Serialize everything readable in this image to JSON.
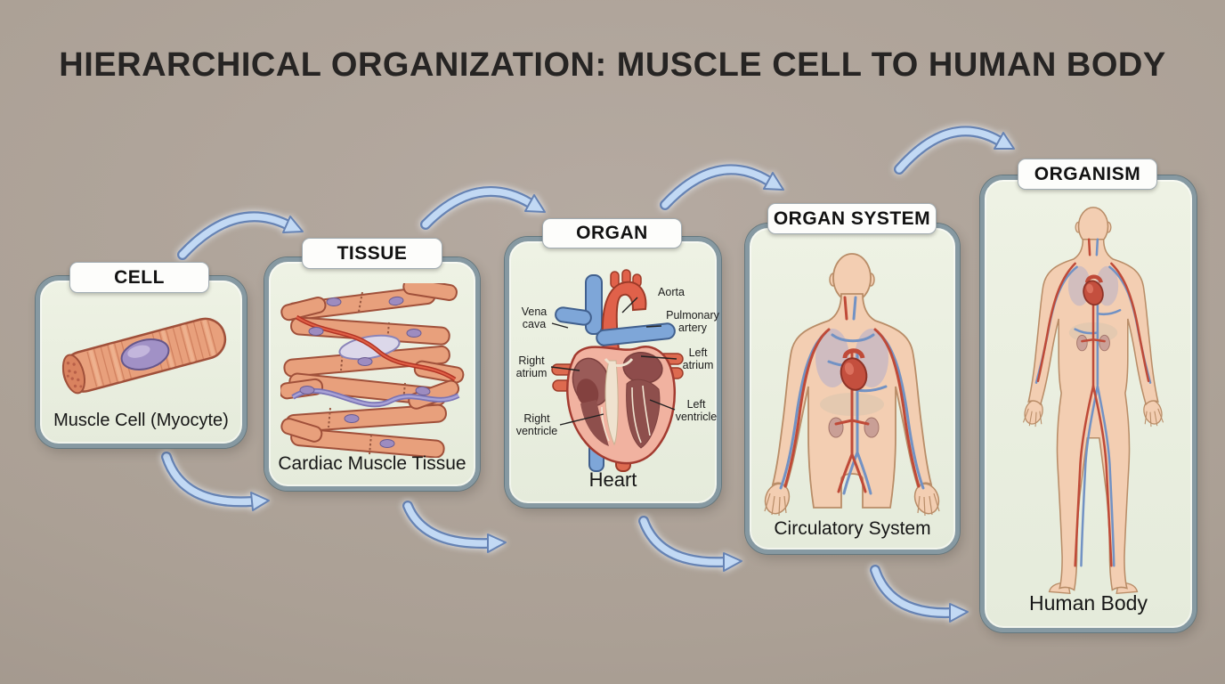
{
  "title": "HIERARCHICAL ORGANIZATION: MUSCLE CELL TO HUMAN BODY",
  "panels": [
    {
      "stage": "CELL",
      "caption": "Muscle Cell (Myocyte)"
    },
    {
      "stage": "TISSUE",
      "caption": "Cardiac Muscle Tissue"
    },
    {
      "stage": "ORGAN",
      "caption": "Heart"
    },
    {
      "stage": "ORGAN SYSTEM",
      "caption": "Circulatory System"
    },
    {
      "stage": "ORGANISM",
      "caption": "Human Body"
    }
  ],
  "organ_labels": {
    "vena_cava": "Vena cava",
    "aorta": "Aorta",
    "pulmonary_artery": "Pulmonary artery",
    "right_atrium": "Right atrium",
    "left_atrium": "Left atrium",
    "right_ventricle": "Right ventricle",
    "left_ventricle": "Left ventricle"
  },
  "colors": {
    "background": "#aba095",
    "panel_fill": "#eaf0e0",
    "panel_border": "#8699a2",
    "badge_fill": "#fdfdfb",
    "arrow_fill": "#c2d9f4",
    "arrow_border": "#6683b4",
    "muscle": "#e8a07c",
    "muscle_outline": "#a0503a",
    "nucleus": "#a191c6",
    "artery_red": "#bf4a38",
    "vein_blue": "#7292c4",
    "skin": "#f3ceb2",
    "heart_wall": "#f1b2a0",
    "heart_chamber": "#8e4f4c"
  }
}
